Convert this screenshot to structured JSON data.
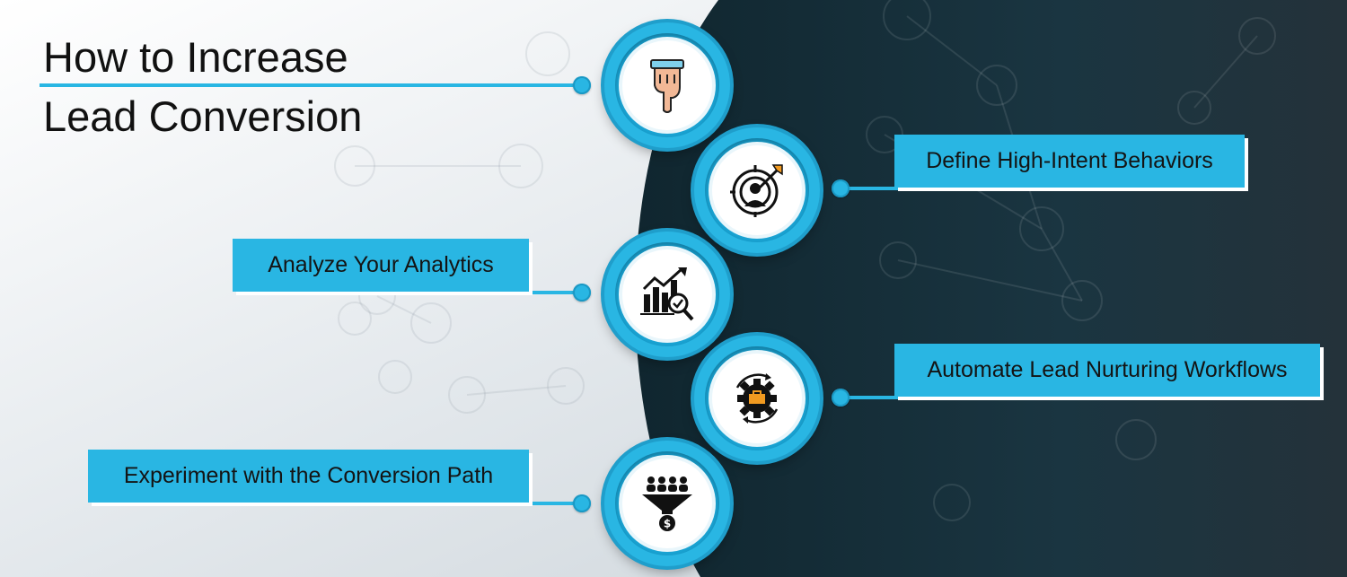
{
  "title": {
    "line1": "How to Increase",
    "line2": "Lead Conversion"
  },
  "steps": [
    {
      "icon": "pointing-hand-icon",
      "label": ""
    },
    {
      "icon": "target-icon",
      "label": "Define High-Intent Behaviors"
    },
    {
      "icon": "analytics-chart-icon",
      "label": "Analyze Your Analytics"
    },
    {
      "icon": "gear-cycle-icon",
      "label": "Automate Lead Nurturing Workflows"
    },
    {
      "icon": "funnel-icon",
      "label": "Experiment with the Conversion Path"
    }
  ],
  "colors": {
    "accent": "#29b6e3",
    "accent_dark": "#1a98c4",
    "dark_bg": "#17303d",
    "light_bg": "#dfe4e8",
    "text": "#141414"
  }
}
